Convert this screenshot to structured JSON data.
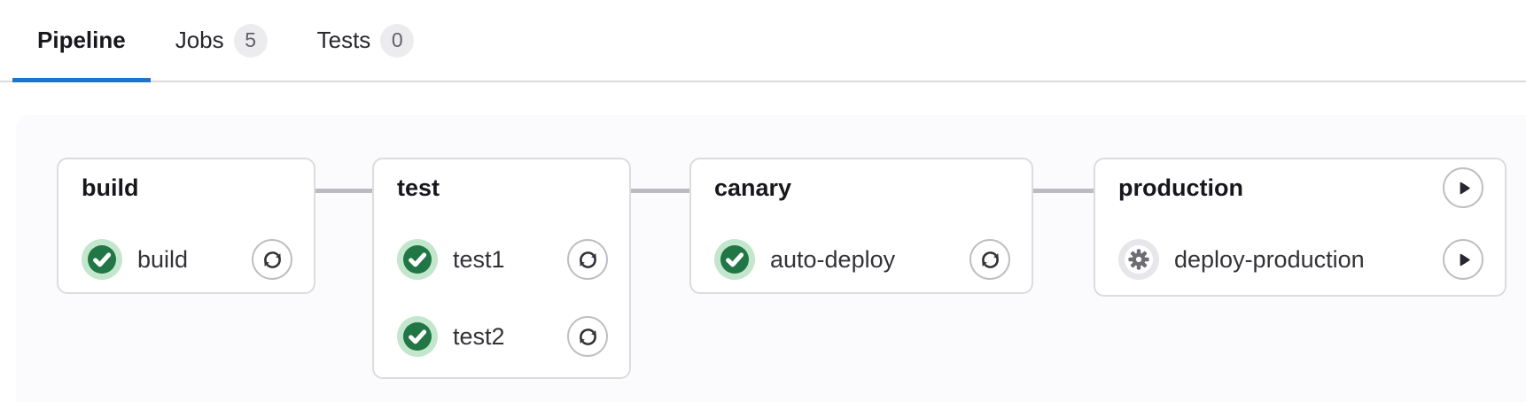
{
  "tabs": [
    {
      "label": "Pipeline",
      "badge": null,
      "active": true
    },
    {
      "label": "Jobs",
      "badge": "5",
      "active": false
    },
    {
      "label": "Tests",
      "badge": "0",
      "active": false
    }
  ],
  "pipeline": {
    "stages": [
      {
        "name": "build",
        "stage_action": null,
        "jobs": [
          {
            "name": "build",
            "status": "success",
            "action": "retry"
          }
        ]
      },
      {
        "name": "test",
        "stage_action": null,
        "jobs": [
          {
            "name": "test1",
            "status": "success",
            "action": "retry"
          },
          {
            "name": "test2",
            "status": "success",
            "action": "retry"
          }
        ]
      },
      {
        "name": "canary",
        "stage_action": null,
        "jobs": [
          {
            "name": "auto-deploy",
            "status": "success",
            "action": "retry"
          }
        ]
      },
      {
        "name": "production",
        "stage_action": "play",
        "jobs": [
          {
            "name": "deploy-production",
            "status": "manual",
            "action": "play"
          }
        ]
      }
    ]
  },
  "colors": {
    "accent_blue": "#1f75cb",
    "success_green": "#217645",
    "success_halo": "#c3e6cd",
    "manual_gray": "#6e6d74",
    "manual_halo": "#e7e6ea",
    "icon_dark": "#333238",
    "card_border": "#dcdcde",
    "graph_bg": "#fbfafd",
    "connector_gray": "#bcbcc0"
  }
}
